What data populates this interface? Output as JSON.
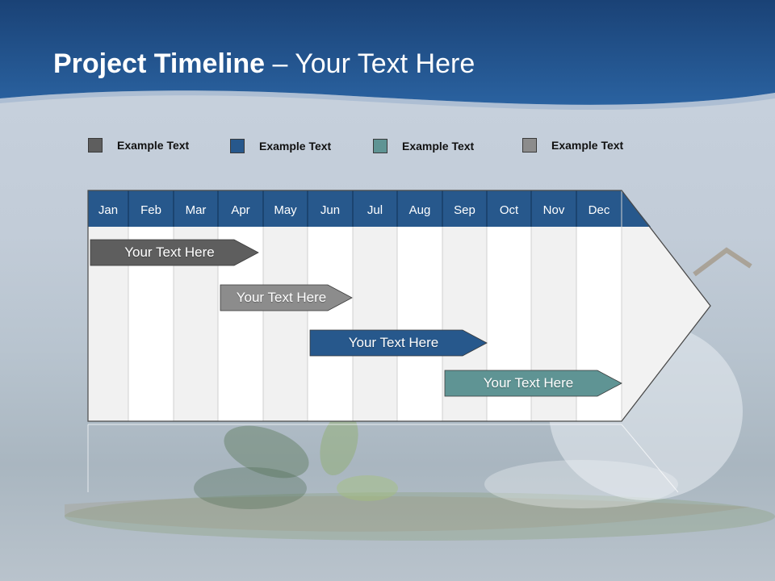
{
  "slide": {
    "title_bold": "Project Timeline",
    "title_rest": " – Your Text Here"
  },
  "legend": [
    {
      "label": "Example Text",
      "color": "#5e5e5e"
    },
    {
      "label": "Example Text",
      "color": "#27588c"
    },
    {
      "label": "Example Text",
      "color": "#5f9494"
    },
    {
      "label": "Example Text",
      "color": "#8c8c8c"
    }
  ],
  "months": [
    "Jan",
    "Feb",
    "Mar",
    "Apr",
    "May",
    "Jun",
    "Jul",
    "Aug",
    "Sep",
    "Oct",
    "Nov",
    "Dec"
  ],
  "tasks": [
    {
      "label": "Your  Text Here",
      "start": "Jan",
      "end": "Apr",
      "color": "#5e5e5e"
    },
    {
      "label": "Your  Text Here",
      "start": "Apr",
      "end": "Jun",
      "color": "#8c8c8c"
    },
    {
      "label": "Your  Text Here",
      "start": "Jun",
      "end": "Sep",
      "color": "#27588c"
    },
    {
      "label": "Your  Text Here",
      "start": "Sep",
      "end": "Dec",
      "color": "#5f9494"
    }
  ],
  "colors": {
    "header": "#27588c",
    "band": "#1e4f86"
  }
}
